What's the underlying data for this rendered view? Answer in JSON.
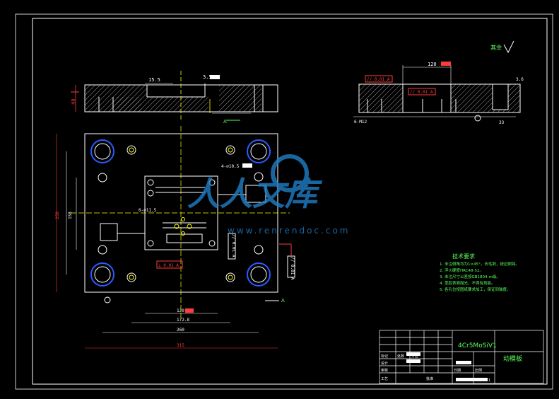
{
  "drawing": {
    "material": "4Cr5MoSiV1",
    "part_name": "动模板",
    "scale": "1:1"
  },
  "top_view": {
    "dim_15_5": "15.5",
    "dim_3_5": "3.5",
    "dim_height": "40",
    "section_letter": "A"
  },
  "right_view": {
    "dim_top": "120",
    "dim_6_m12": "6-M12",
    "dim_33": "33",
    "dim_3_6": "3.6",
    "tol_frame_1": "// 0.01 A",
    "tol_frame_2": "// 0.01 A",
    "surface_rest": "其余"
  },
  "front_view": {
    "dim_4_d10_5": "4-∅10.5",
    "dim_6_d11_5": "6-∅11.5",
    "dim_120_bottom": "120",
    "dim_172": "172.8",
    "dim_260": "260",
    "dim_315": "315",
    "dim_vert_158": "158",
    "dim_vert_250": "250",
    "tol_vertical": "// 0.01 A",
    "tol_bottom": "⊥ 0.01 A",
    "tol_right": "// 0.01 A",
    "label_a": "A"
  },
  "tech_req": {
    "title": "技术要求",
    "items": [
      "1. 未注倒角均为1×45°，去毛刺，锐边倒钝。",
      "2. 淬火硬度HRC48-52。",
      "3. 未注尺寸公差按GB1804-m级。",
      "4. 型腔表面抛光，不得有划痕。",
      "5. 各孔位按图纸要求加工，保证同轴度。"
    ]
  },
  "title_block": {
    "row_labels": [
      "标记",
      "处数",
      "分区",
      "设计",
      "审核",
      "工艺"
    ],
    "misc": [
      "批准",
      "日期",
      "比例"
    ]
  },
  "watermark": {
    "brand": "人人文库",
    "url": "www.renrendoc.com"
  }
}
